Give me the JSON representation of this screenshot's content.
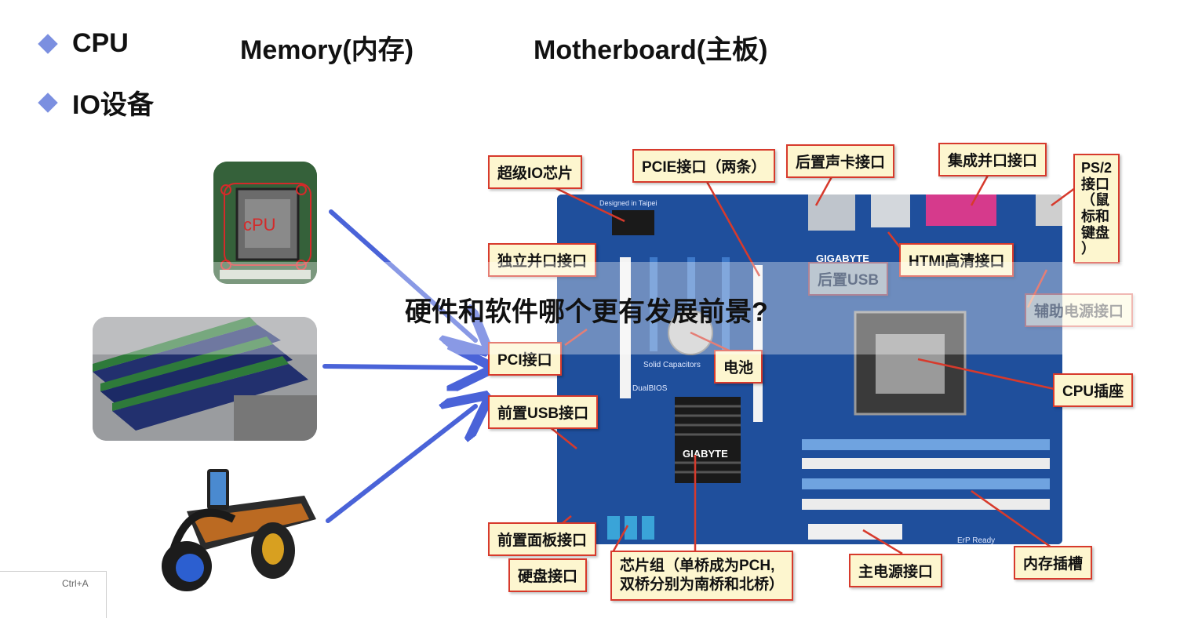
{
  "headings": {
    "cpu": "CPU",
    "memory": "Memory(内存)",
    "motherboard": "Motherboard(主板)",
    "io": "IO设备"
  },
  "thumbnails": {
    "cpu_chip_text": "cPU"
  },
  "board_silkscreen": {
    "brand": "GIGABYTE",
    "heatsink": "GIABYTE",
    "erp": "ErP Ready",
    "designed": "Designed in Taipei",
    "solid": "Solid Capacitors",
    "dualbios": "DualBIOS"
  },
  "labels": {
    "super_io": "超级IO芯片",
    "pcie": "PCIE接口（两条）",
    "rear_audio": "后置声卡接口",
    "parallel": "集成并口接口",
    "ps2": "PS/2\n接口\n（鼠\n标和\n键盘\n）",
    "standalone_parallel": "独立并口接口",
    "hdmi": "HTMI高清接口",
    "rear_usb": "后置USB",
    "aux_power": "辅助电源接口",
    "pci": "PCI接口",
    "battery": "电池",
    "cpu_socket": "CPU插座",
    "front_usb": "前置USB接口",
    "front_panel": "前置面板接口",
    "disk": "硬盘接口",
    "chipset": "芯片组（单桥成为PCH,\n双桥分别为南桥和北桥）",
    "main_power": "主电源接口",
    "memory_slot": "内存插槽"
  },
  "overlay": {
    "watermark": "硬件和软件哪个更有发展前景?"
  },
  "shortcut": {
    "text": "Ctrl+A"
  },
  "colors": {
    "accent": "#7b8fe0",
    "arrow": "#4a63d8",
    "label_border": "#d73a2c",
    "label_bg": "#fdf6cf",
    "board": "#1f4f9c"
  }
}
